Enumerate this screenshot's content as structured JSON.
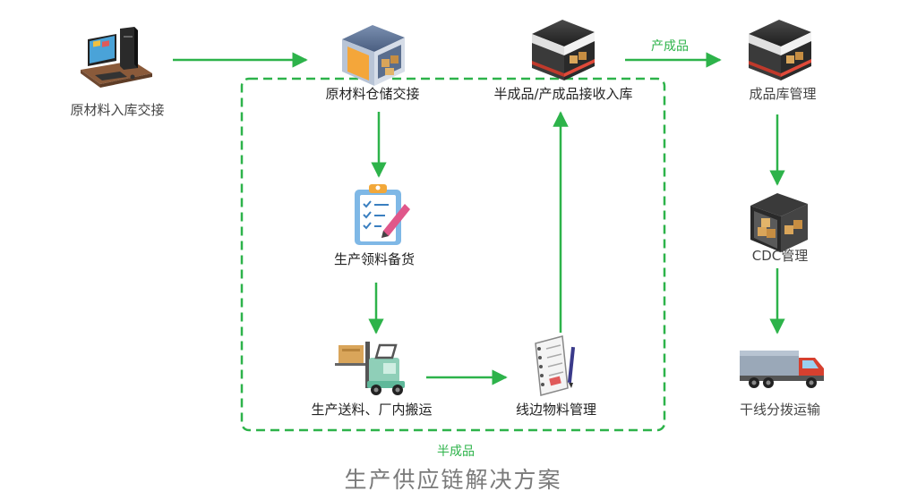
{
  "colors": {
    "arrow": "#2db34a",
    "dashed_border": "#2db34a",
    "label_text": "#222222",
    "footer_text": "#7a7a7a"
  },
  "nodes": [
    {
      "id": "raw_inbound",
      "label": "原材料入库交接",
      "icon": "computer-workstation-icon"
    },
    {
      "id": "raw_storage",
      "label": "原材料仓储交接",
      "icon": "warehouse-icon"
    },
    {
      "id": "wip_receive",
      "label": "半成品/产成品接收入库",
      "icon": "warehouse-dark-icon"
    },
    {
      "id": "fg_warehouse",
      "label": "成品库管理",
      "icon": "warehouse-dark-icon"
    },
    {
      "id": "material_prep",
      "label": "生产领料备货",
      "icon": "clipboard-checklist-icon"
    },
    {
      "id": "cdc",
      "label": "CDC管理",
      "icon": "storage-room-boxes-icon"
    },
    {
      "id": "delivery",
      "label": "生产送料、厂内搬运",
      "icon": "forklift-icon"
    },
    {
      "id": "lineside",
      "label": "线边物料管理",
      "icon": "notebook-pen-icon"
    },
    {
      "id": "trunk_transport",
      "label": "干线分拨运输",
      "icon": "truck-icon"
    }
  ],
  "edges": [
    {
      "from": "raw_inbound",
      "to": "raw_storage",
      "label": ""
    },
    {
      "from": "raw_storage",
      "to": "material_prep",
      "label": ""
    },
    {
      "from": "material_prep",
      "to": "delivery",
      "label": ""
    },
    {
      "from": "delivery",
      "to": "lineside",
      "label": ""
    },
    {
      "from": "lineside",
      "to": "wip_receive",
      "label": ""
    },
    {
      "from": "wip_receive",
      "to": "fg_warehouse",
      "label": "产成品"
    },
    {
      "from": "fg_warehouse",
      "to": "cdc",
      "label": ""
    },
    {
      "from": "cdc",
      "to": "trunk_transport",
      "label": ""
    }
  ],
  "group": {
    "label": "半成品"
  },
  "footer": {
    "title": "生产供应链解决方案"
  }
}
